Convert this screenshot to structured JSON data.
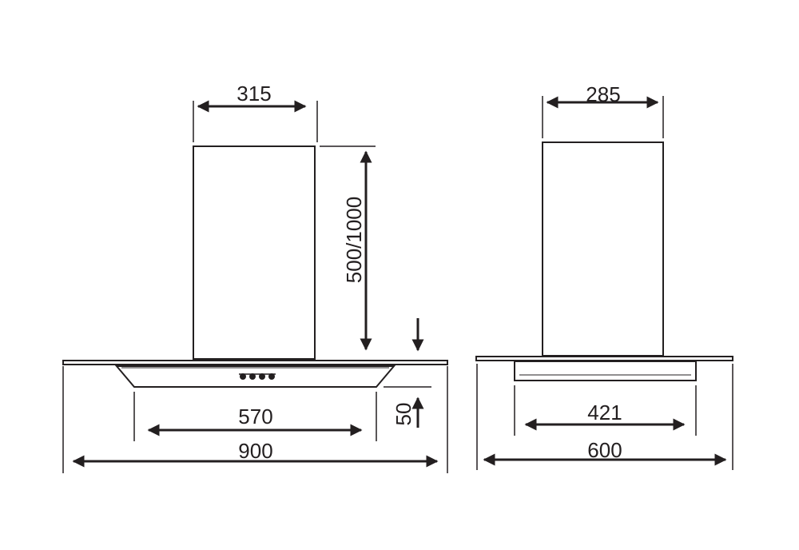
{
  "drawing": {
    "front_view": {
      "chimney_width": "315",
      "chimney_height": "500/1000",
      "panel_width": "570",
      "overall_width": "900",
      "glass_thickness": "50"
    },
    "side_view": {
      "chimney_depth": "285",
      "panel_depth": "421",
      "overall_depth": "600"
    },
    "colors": {
      "line": "#231f20",
      "background": "#ffffff"
    }
  }
}
